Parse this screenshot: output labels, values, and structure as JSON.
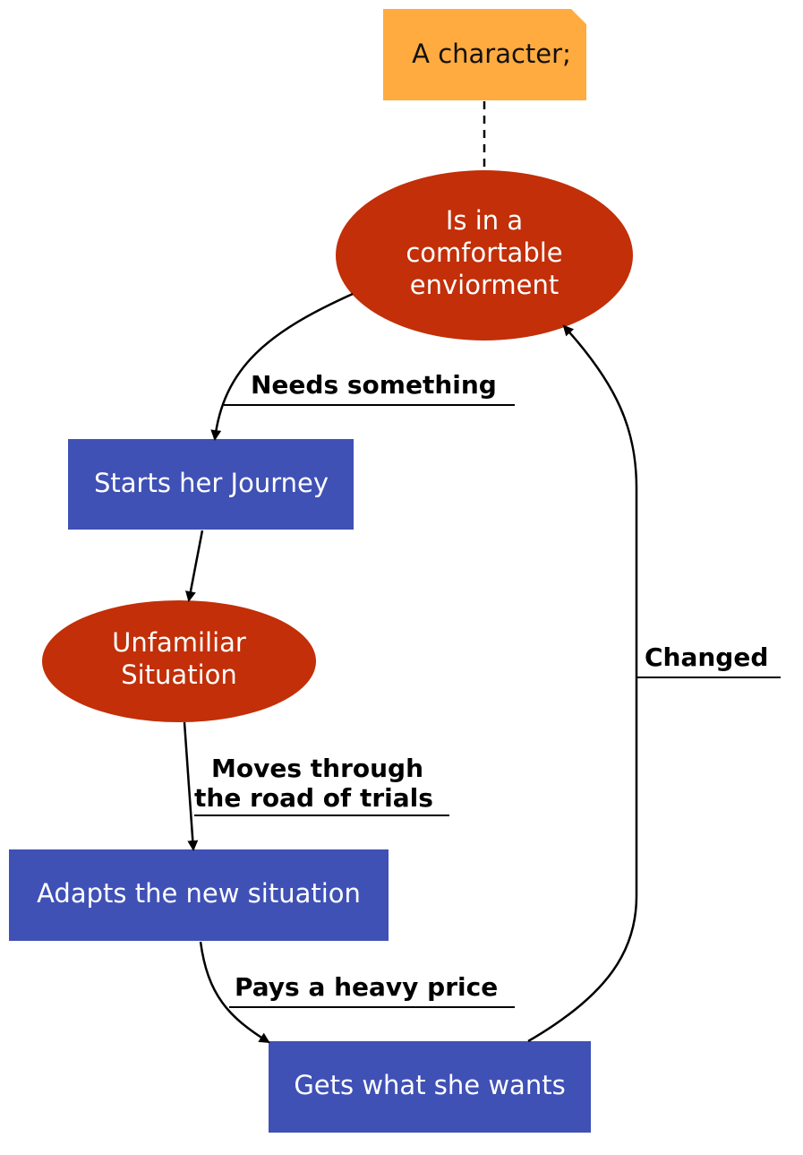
{
  "colors": {
    "ellipse_fill": "#c22f08",
    "box_fill": "#3f51b5",
    "note_fill": "#ffab40",
    "text_on_dark": "#ffffff",
    "edge": "#000000"
  },
  "nodes": {
    "note": {
      "text": "A character;"
    },
    "comfortable": {
      "lines": [
        "Is in a",
        "comfortable",
        "enviorment"
      ]
    },
    "starts": {
      "text": "Starts her Journey"
    },
    "unfamiliar": {
      "lines": [
        "Unfamiliar",
        "Situation"
      ]
    },
    "adapts": {
      "text": "Adapts the new situation"
    },
    "gets": {
      "text": "Gets what she wants"
    }
  },
  "edges": {
    "needs": {
      "label": "Needs something"
    },
    "moves": {
      "lines": [
        "Moves through",
        "the road of trials"
      ]
    },
    "pays": {
      "label": "Pays a heavy price"
    },
    "changed": {
      "label": "Changed"
    }
  }
}
